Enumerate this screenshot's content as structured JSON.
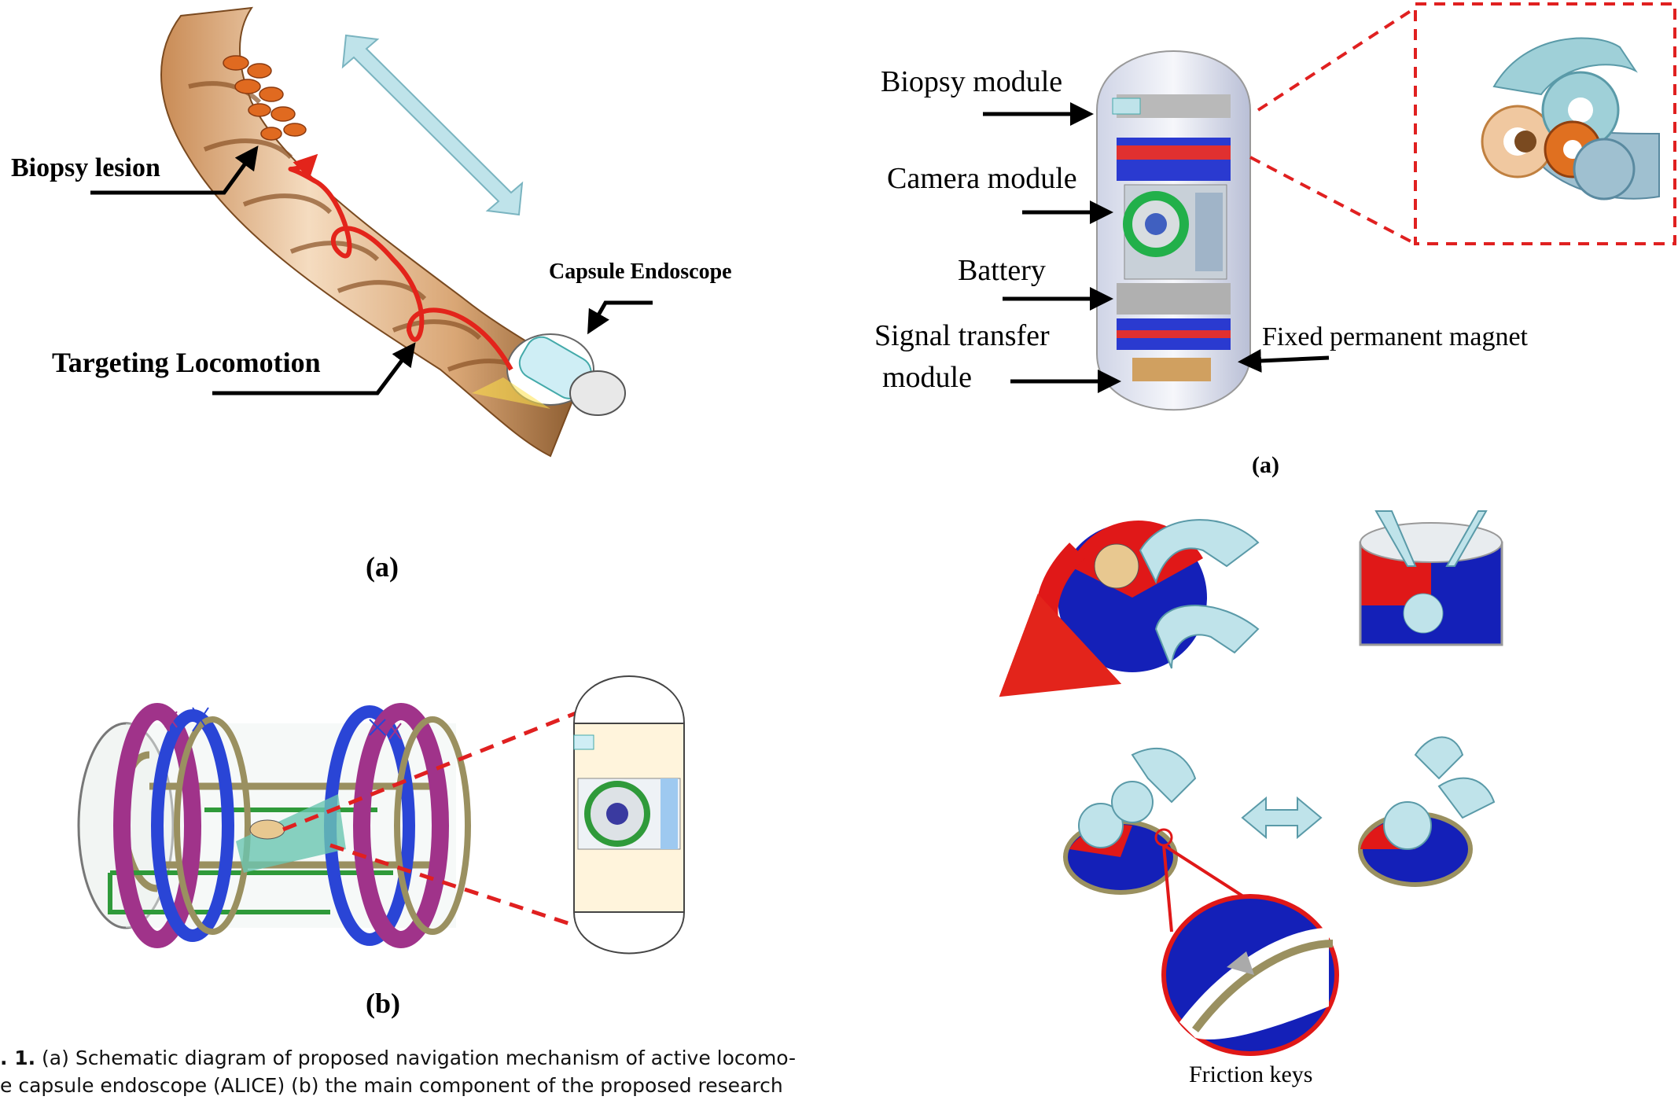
{
  "left_top": {
    "biopsy_lesion": "Biopsy lesion",
    "capsule_endoscope": "Capsule Endoscope",
    "targeting_locomotion": "Targeting Locomotion",
    "panel_label": "(a)"
  },
  "left_bottom": {
    "panel_label": "(b)"
  },
  "caption": {
    "line1_prefix": ". 1.",
    "line1_text": "(a) Schematic diagram of proposed navigation mechanism of active locomo-",
    "line2_text": "e capsule endoscope (ALICE) (b) the main component of the proposed research"
  },
  "right_top": {
    "biopsy_module": "Biopsy module",
    "camera_module": "Camera module",
    "battery": "Battery",
    "signal_transfer_1": "Signal transfer",
    "signal_transfer_2": "module",
    "fixed_magnet": "Fixed permanent magnet",
    "panel_label": "(a)"
  },
  "right_bottom": {
    "friction_keys": "Friction keys"
  },
  "colors": {
    "arrow_red": "#e3241b",
    "dashed_red": "#e02020",
    "light_blue": "#bfe3ea",
    "coil_purple": "#a0338a",
    "coil_blue": "#2a45d6",
    "magnet_red": "#e01818",
    "magnet_blue": "#1420b8"
  }
}
